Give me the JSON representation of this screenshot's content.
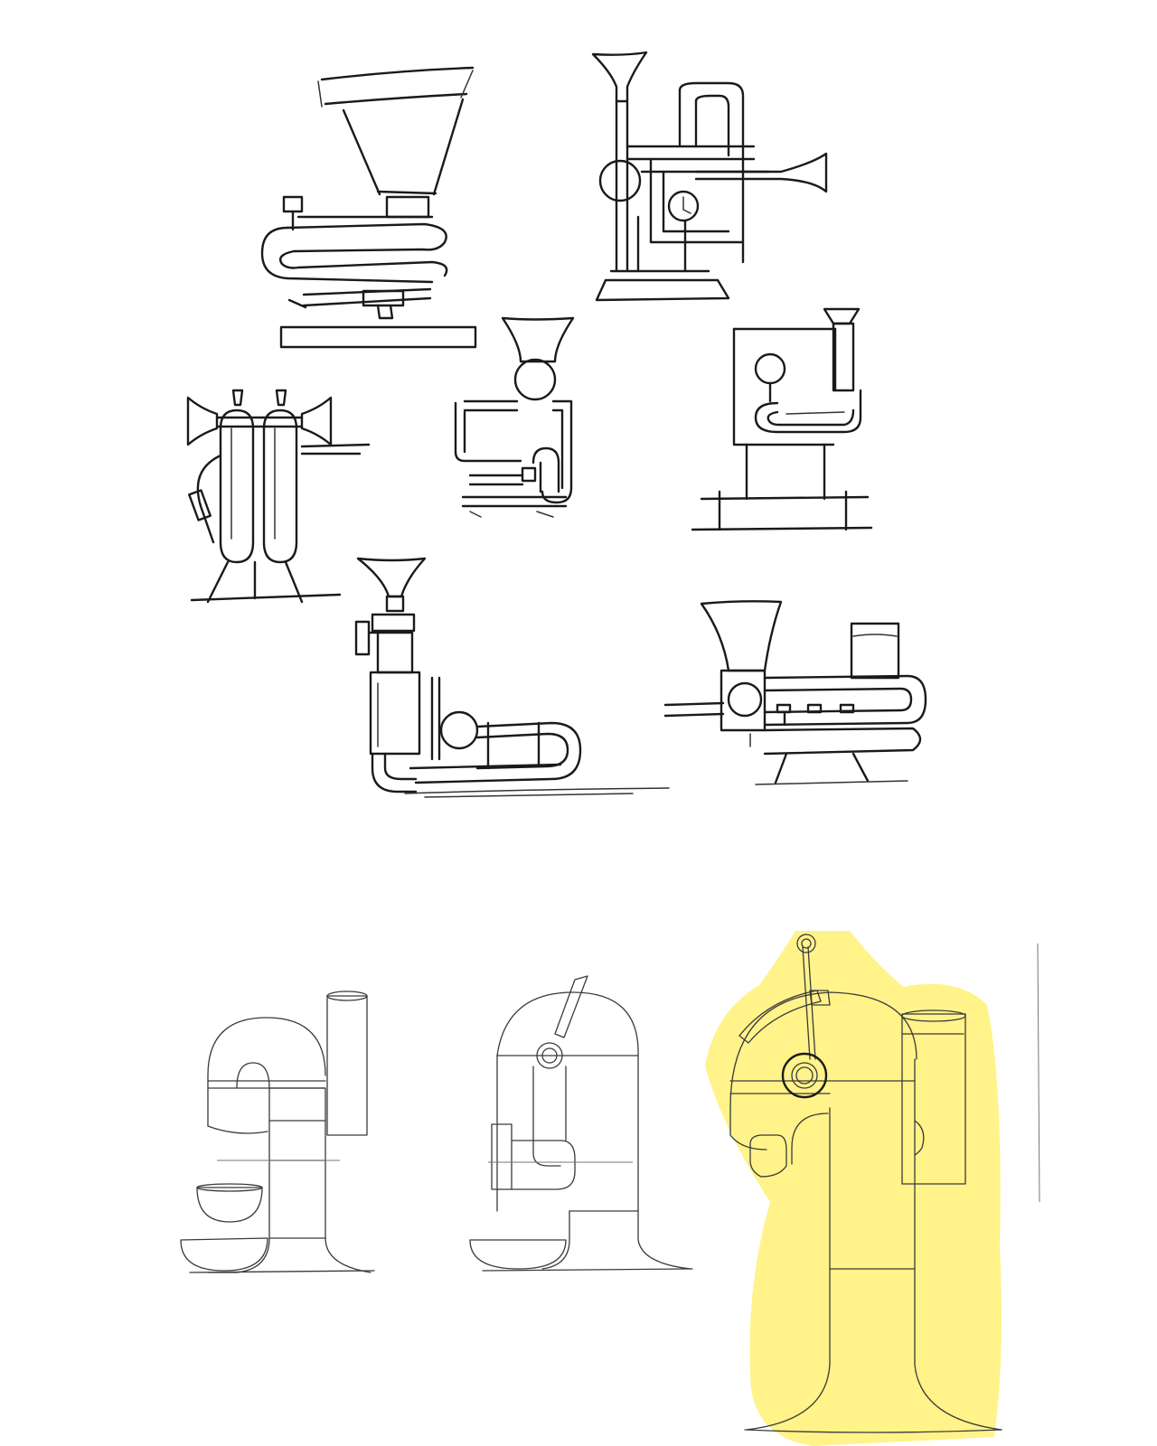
{
  "colors": {
    "background": "#ffffff",
    "ink": "#1a1a1a",
    "highlight": "#fff38a"
  },
  "sketches": [
    "funnel-coil-grinder-sketch",
    "trumpet-horn-tower-sketch",
    "twin-bell-tripod-sketch",
    "pipe-loop-sketch",
    "boxed-chimney-sketch",
    "funnel-elbow-sketch",
    "locomotive-sketch"
  ],
  "refined_drawings": [
    "bowl-pipe-drawing",
    "crank-dome-drawing",
    "highlighted-final-drawing"
  ]
}
